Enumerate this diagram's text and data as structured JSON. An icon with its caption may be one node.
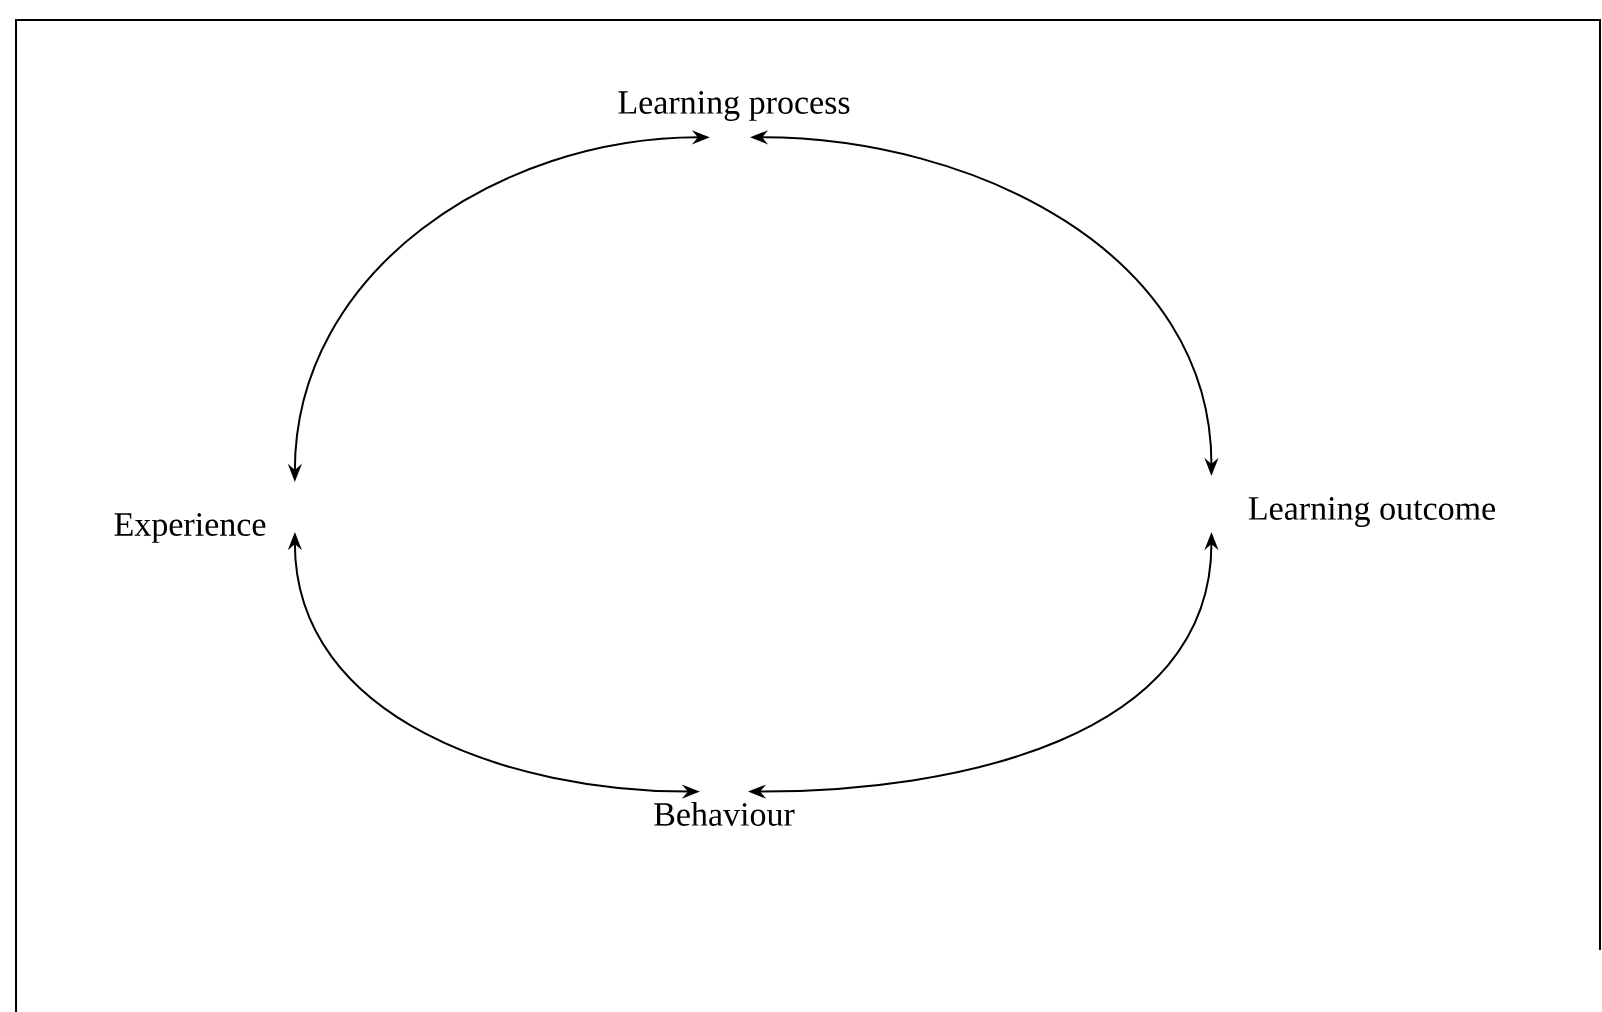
{
  "diagram": {
    "nodes": [
      {
        "text": [
          "Learning process"
        ]
      },
      {
        "text": [
          "Experience"
        ]
      },
      {
        "text": [
          "Learning outcome"
        ]
      },
      {
        "text": [
          "Behaviour"
        ]
      }
    ],
    "edges": [
      {
        "from": 0,
        "to": 1,
        "arrow": "both"
      },
      {
        "from": 0,
        "to": 2,
        "arrow": "both"
      },
      {
        "from": 1,
        "to": 3,
        "arrow": "both"
      },
      {
        "from": 2,
        "to": 3,
        "arrow": "both"
      }
    ]
  }
}
